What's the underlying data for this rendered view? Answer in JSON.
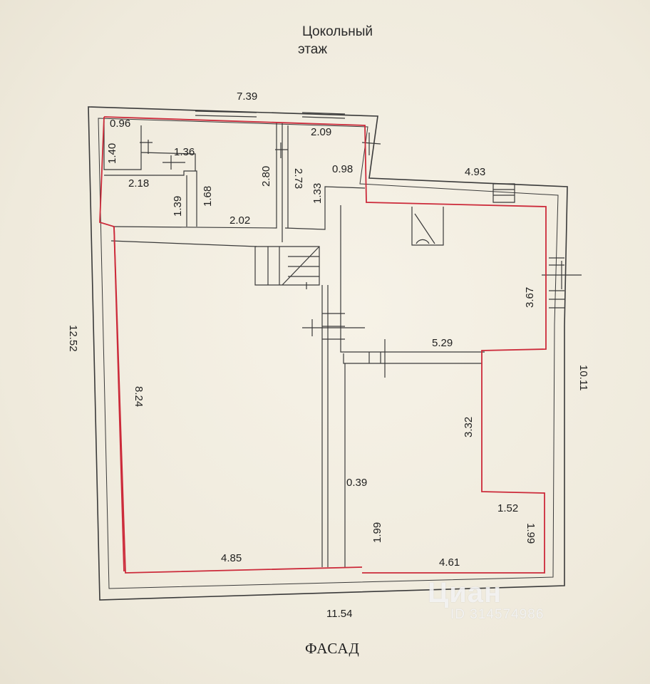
{
  "title": {
    "line1": "Цокольный",
    "line2": "этаж"
  },
  "facade_label": "ФАСАД",
  "dimensions": {
    "top_width": "7.39",
    "left_height": "12.52",
    "bottom_width": "11.54",
    "right_height": "10.11",
    "right_step": "4.93",
    "bath_width": "0.96",
    "bath_height": "1.40",
    "hall_width": "1.36",
    "room_height": "2.80",
    "corridor_height": "2.73",
    "closet_width": "2.18",
    "closet_height": "1.39",
    "hall_height": "1.68",
    "room_width": "2.02",
    "top_right_width": "2.09",
    "top_right_step": "0.98",
    "top_right_height": "1.33",
    "big_room_height": "8.24",
    "big_room_width": "4.85",
    "mid_room_height": "3.67",
    "mid_room_width": "5.29",
    "low_room_height": "3.32",
    "low_room_offset": "0.39",
    "low_room_left": "1.99",
    "low_room_notch": "1.52",
    "low_room_right": "1.99",
    "low_room_width": "4.61"
  },
  "watermark": {
    "brand": "Циан",
    "id": "ID 314574986"
  },
  "colors": {
    "wall": "#3a3a3a",
    "outline": "#cc2a3a",
    "background": "#f3efe3"
  }
}
